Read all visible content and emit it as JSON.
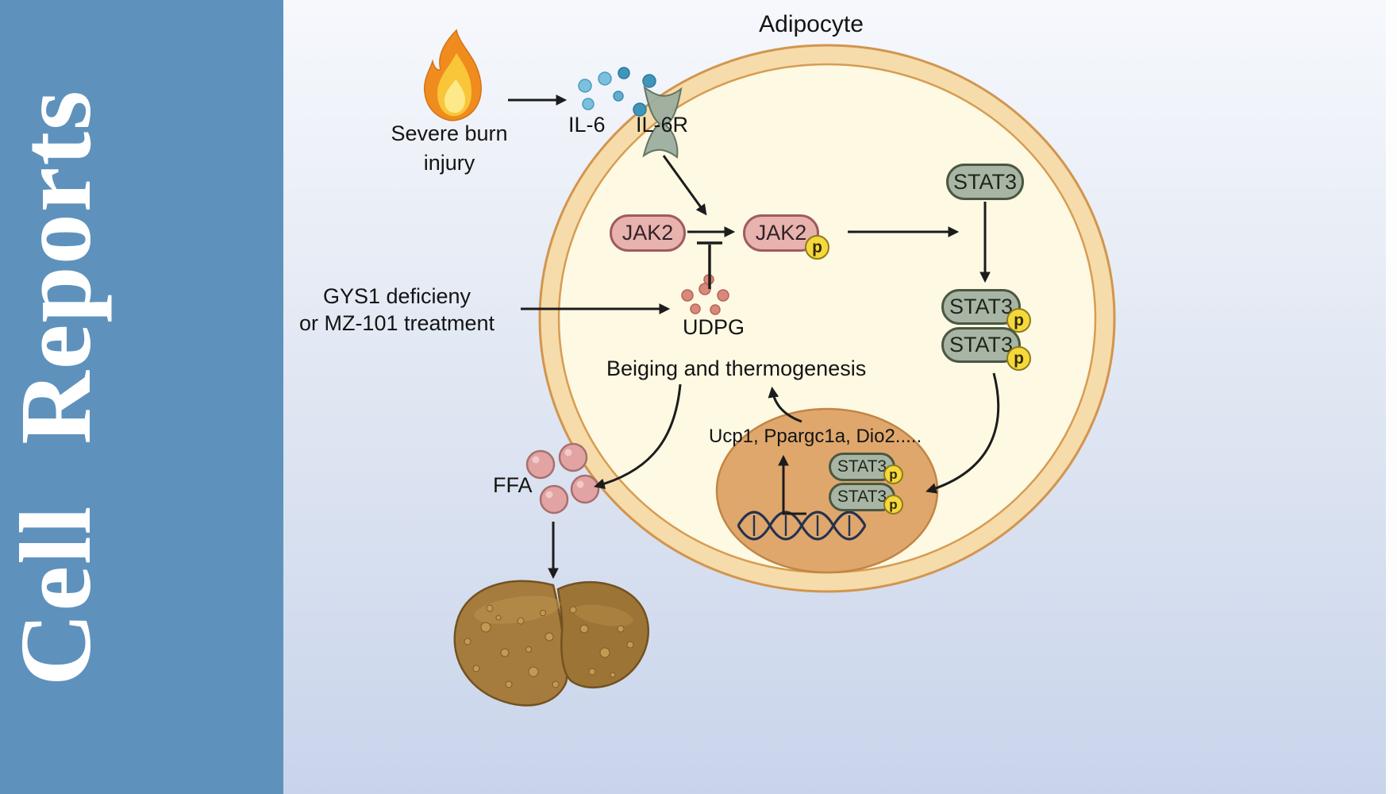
{
  "journal": {
    "name": "Cell Reports",
    "accent_color": "#5e92bd"
  },
  "diagram": {
    "cell_title": "Adipocyte",
    "burn_label": {
      "line1": "Severe burn",
      "line2": "injury"
    },
    "treatment_label": {
      "line1": "GYS1 deficieny",
      "line2": "or MZ-101 treatment"
    },
    "molecules": {
      "il6": "IL-6",
      "il6r": "IL-6R",
      "jak2": "JAK2",
      "stat3": "STAT3",
      "phospho": "p",
      "udpg": "UDPG",
      "ffa": "FFA"
    },
    "process_labels": {
      "beiging": "Beiging and thermogenesis",
      "target_genes": "Ucp1, Ppargc1a, Dio2....."
    },
    "icons": {
      "flame": "flame-icon",
      "il6_dots": "il6-ligand-dots",
      "receptor": "il6r-membrane-receptor-icon",
      "udpg_dots": "udpg-molecule-dots",
      "ffa_dots": "ffa-lipid-droplets",
      "dna": "dna-helix-icon",
      "liver": "liver-organ-icon",
      "inhibition": "t-bar-inhibition-symbol"
    },
    "colors": {
      "cell_fill": "#fdf9e3",
      "membrane": "#f6dcab",
      "membrane_border": "#d2954e",
      "nucleus_fill": "#dfa76c",
      "jak2_fill": "#e8b3ad",
      "jak2_border": "#a05a60",
      "stat3_fill": "#a9b5a4",
      "stat3_border": "#4a5741",
      "phospho_fill": "#f5d93c",
      "il6_dot": "#5fb0d4",
      "udpg_dot": "#d8897a",
      "ffa_fill": "#e2a3a3",
      "liver": "#a57c3e",
      "flame_orange": "#ef8c1d",
      "background_bottom": "#c9d4eb"
    }
  }
}
